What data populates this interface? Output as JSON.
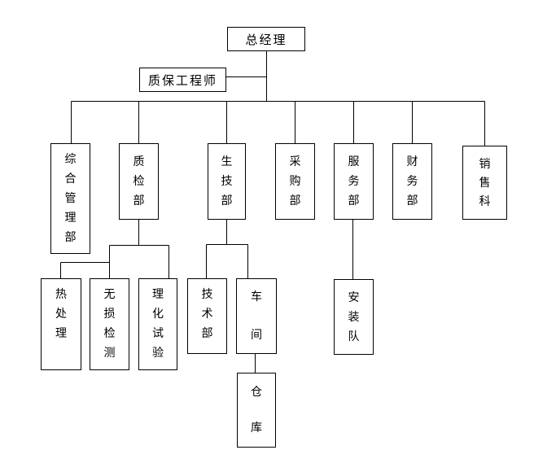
{
  "diagram": {
    "type": "org-chart",
    "colors": {
      "background": "#ffffff",
      "line": "#000000",
      "text": "#000000",
      "box_fill": "#ffffff"
    },
    "nodes": [
      {
        "id": "general-manager",
        "label": "总经理",
        "orientation": "horizontal"
      },
      {
        "id": "qa-engineer",
        "label": "质保工程师",
        "orientation": "horizontal"
      },
      {
        "id": "admin-dept",
        "label": "综合管理部",
        "orientation": "vertical"
      },
      {
        "id": "qc-dept",
        "label": "质检部",
        "orientation": "vertical"
      },
      {
        "id": "production-tech-dept",
        "label": "生技部",
        "orientation": "vertical"
      },
      {
        "id": "purchasing-dept",
        "label": "采购部",
        "orientation": "vertical"
      },
      {
        "id": "service-dept",
        "label": "服务部",
        "orientation": "vertical"
      },
      {
        "id": "finance-dept",
        "label": "财务部",
        "orientation": "vertical"
      },
      {
        "id": "sales-section",
        "label": "销售科",
        "orientation": "vertical"
      },
      {
        "id": "heat-treatment",
        "label": "热处理",
        "orientation": "vertical"
      },
      {
        "id": "ndt",
        "label": "无损检测",
        "orientation": "vertical"
      },
      {
        "id": "physchem-test",
        "label": "理化试验",
        "orientation": "vertical"
      },
      {
        "id": "technical-dept",
        "label": "技术部",
        "orientation": "vertical"
      },
      {
        "id": "workshop",
        "label": "车间",
        "orientation": "vertical"
      },
      {
        "id": "warehouse",
        "label": "仓库",
        "orientation": "vertical"
      },
      {
        "id": "installation-team",
        "label": "安装队",
        "orientation": "vertical"
      }
    ],
    "edges": [
      [
        "general-manager",
        "qa-engineer"
      ],
      [
        "general-manager",
        "admin-dept"
      ],
      [
        "general-manager",
        "qc-dept"
      ],
      [
        "general-manager",
        "production-tech-dept"
      ],
      [
        "general-manager",
        "purchasing-dept"
      ],
      [
        "general-manager",
        "service-dept"
      ],
      [
        "general-manager",
        "finance-dept"
      ],
      [
        "general-manager",
        "sales-section"
      ],
      [
        "qc-dept",
        "heat-treatment"
      ],
      [
        "qc-dept",
        "ndt"
      ],
      [
        "qc-dept",
        "physchem-test"
      ],
      [
        "production-tech-dept",
        "technical-dept"
      ],
      [
        "production-tech-dept",
        "workshop"
      ],
      [
        "workshop",
        "warehouse"
      ],
      [
        "service-dept",
        "installation-team"
      ]
    ]
  }
}
